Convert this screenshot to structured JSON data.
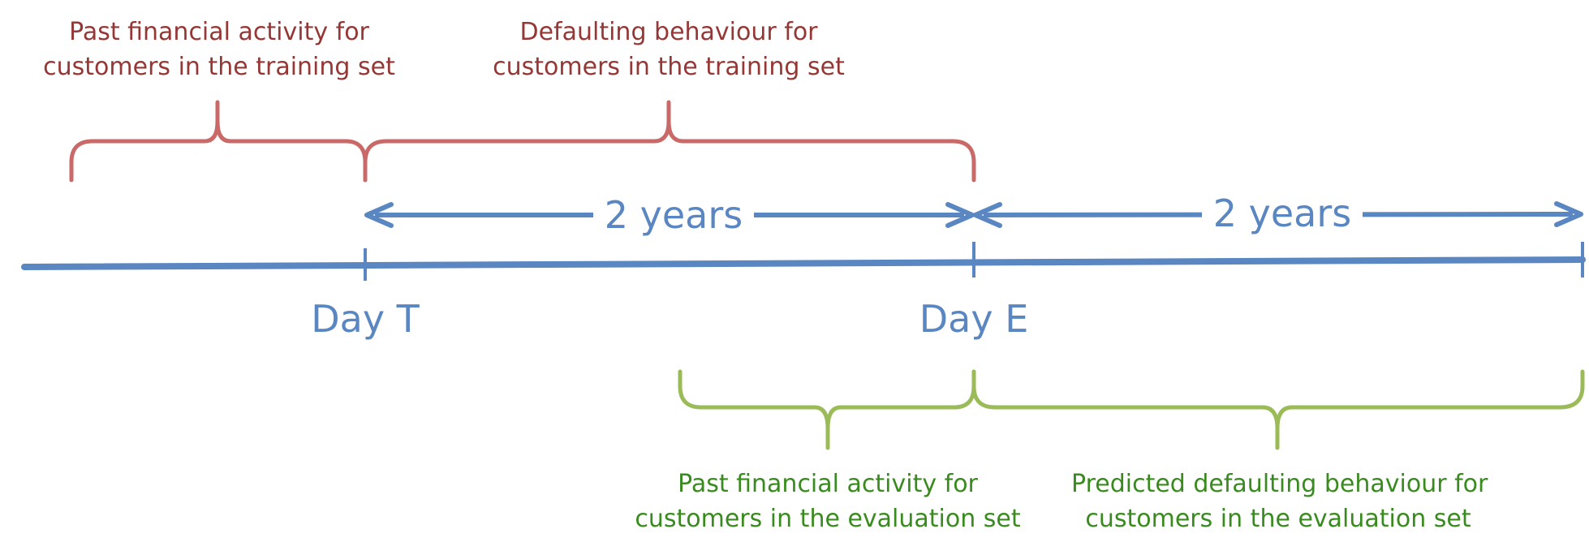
{
  "labels": {
    "red_left_line1": "Past financial activity for",
    "red_left_line2": "customers in the training set",
    "red_right_line1": "Defaulting behaviour for",
    "red_right_line2": "customers in the training set",
    "green_left_line1": "Past financial activity for",
    "green_left_line2": "customers in the evaluation set",
    "green_right_line1": "Predicted defaulting behaviour for",
    "green_right_line2": "customers in the evaluation set",
    "day_t": "Day T",
    "day_e": "Day E",
    "span_left": "2 years",
    "span_right": "2 years"
  },
  "colors": {
    "red": "#c96a68",
    "green": "#9bbb59",
    "blue": "#5a86c2"
  }
}
